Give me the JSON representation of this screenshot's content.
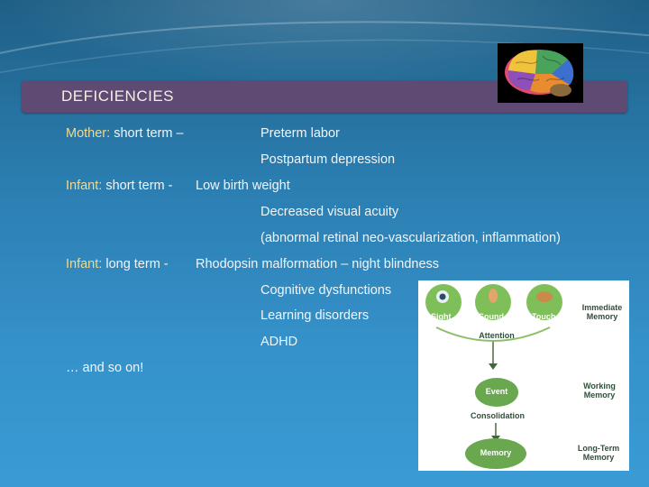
{
  "title": "DEFICIENCIES",
  "rows": [
    {
      "key": "mother_short",
      "label": "Mother:",
      "text": " short term –"
    },
    {
      "key": "preterm",
      "text": "Preterm labor"
    },
    {
      "key": "postpartum",
      "text": "Postpartum depression"
    },
    {
      "key": "infant_short",
      "label": "Infant:",
      "text": " short term -"
    },
    {
      "key": "lbw",
      "text": "Low birth weight"
    },
    {
      "key": "visual",
      "text": "Decreased visual acuity"
    },
    {
      "key": "retinal",
      "text": "(abnormal retinal neo-vascularization, inflammation)"
    },
    {
      "key": "infant_long",
      "label": "Infant:",
      "text": " long term -"
    },
    {
      "key": "rhodopsin",
      "text": "Rhodopsin malformation – night blindness"
    },
    {
      "key": "cognitive",
      "text": "Cognitive dysfunctions"
    },
    {
      "key": "learning",
      "text": "Learning disorders"
    },
    {
      "key": "adhd",
      "text": "ADHD"
    },
    {
      "key": "etc",
      "text": "… and so on!"
    }
  ],
  "memory_diagram": {
    "senses": [
      "Sight",
      "Sound",
      "Touch"
    ],
    "immediate": "Immediate Memory",
    "attention": "Attention",
    "event": "Event",
    "working": "Working Memory",
    "consolidation": "Consolidation",
    "memory": "Memory",
    "longterm": "Long-Term Memory"
  },
  "colors": {
    "accent": "#f2d98c",
    "title_bar": "#5e4a73",
    "diagram_green": "#6aa84f"
  }
}
